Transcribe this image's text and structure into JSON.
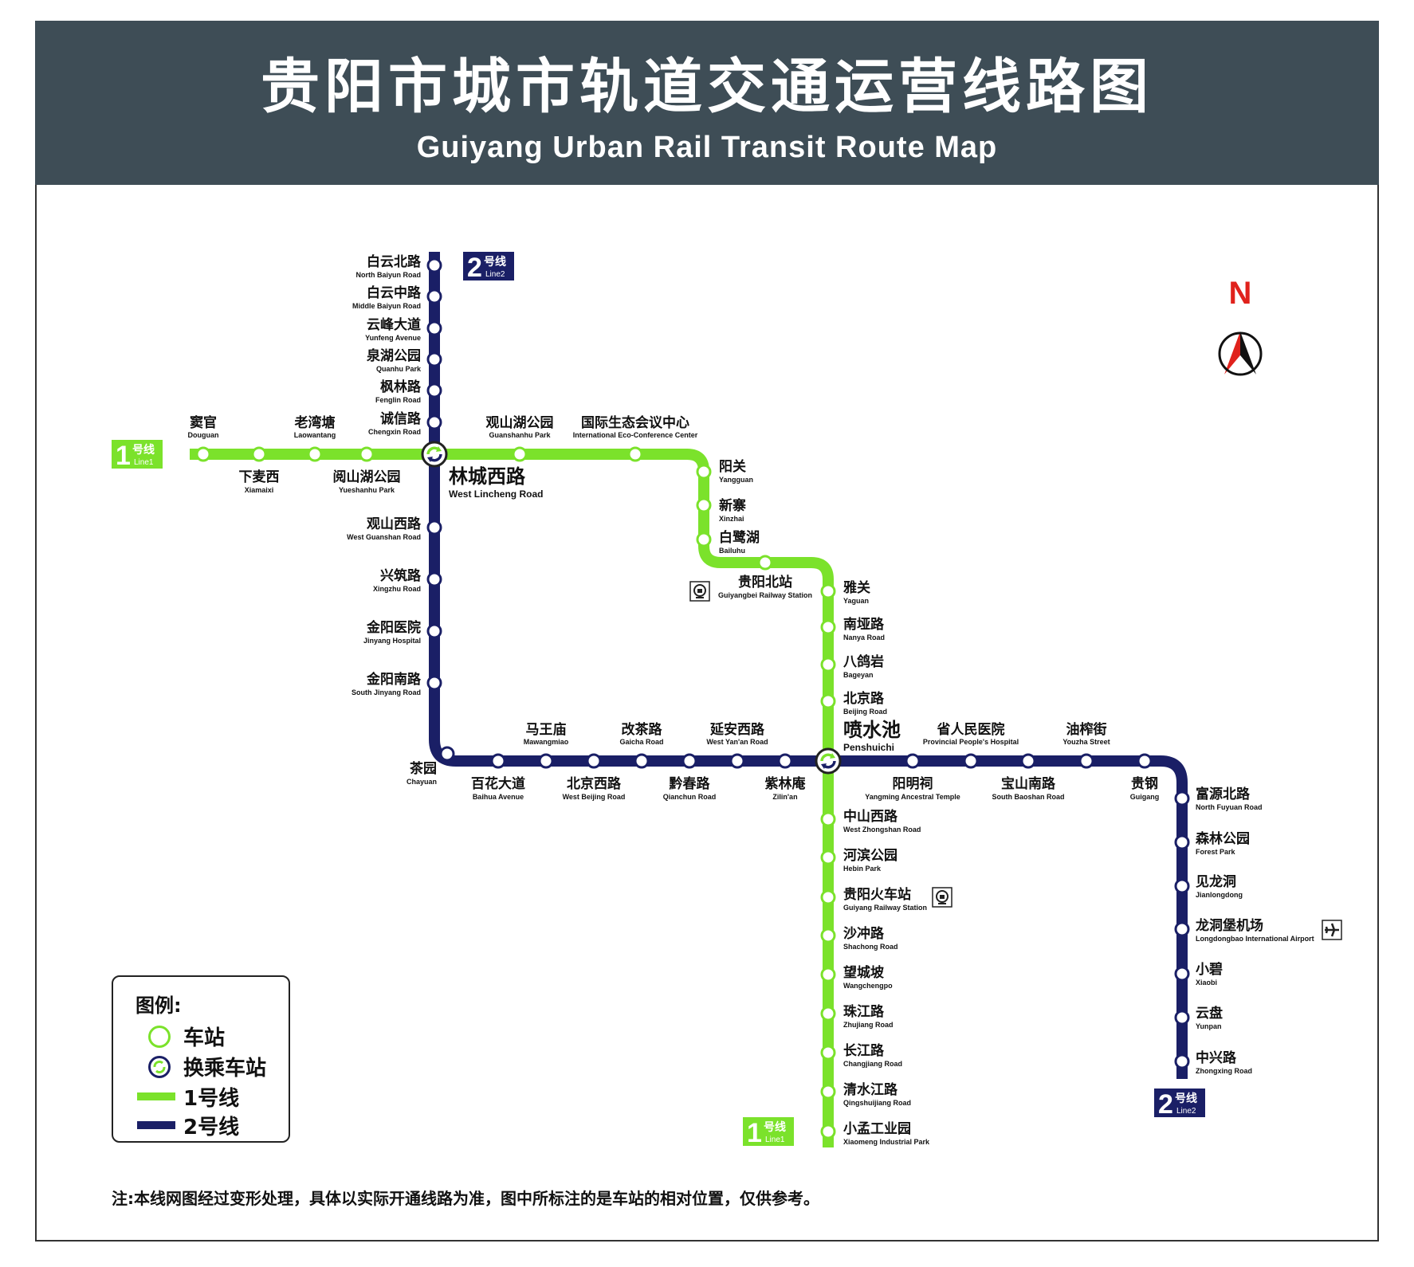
{
  "title": {
    "cn": "贵阳市城市轨道交通运营线路图",
    "en": "Guiyang Urban Rail Transit Route Map"
  },
  "compass": {
    "label": "N"
  },
  "colors": {
    "line1": "#7be22b",
    "line2": "#1a1f66",
    "header": "#3e4d56"
  },
  "badges": {
    "line1_num": "1",
    "line1_cn": "号线",
    "line1_en": "Line1",
    "line2_num": "2",
    "line2_cn": "号线",
    "line2_en": "Line2"
  },
  "legend": {
    "title": "图例:",
    "station": "车站",
    "transfer": "换乘车站",
    "line1": "1号线",
    "line2": "2号线"
  },
  "note": "注:本线网图经过变形处理，具体以实际开通线路为准，图中所标注的是车站的相对位置，仅供参考。",
  "stations": [
    {
      "cn": "窦官",
      "en": "Douguan"
    },
    {
      "cn": "下麦西",
      "en": "Xiamaixi"
    },
    {
      "cn": "老湾塘",
      "en": "Laowantang"
    },
    {
      "cn": "阅山湖公园",
      "en": "Yueshanhu Park"
    },
    {
      "cn": "林城西路",
      "en": "West Lincheng Road"
    },
    {
      "cn": "观山湖公园",
      "en": "Guanshanhu Park"
    },
    {
      "cn": "国际生态会议中心",
      "en": "International Eco-Conference Center"
    },
    {
      "cn": "阳关",
      "en": "Yangguan"
    },
    {
      "cn": "新寨",
      "en": "Xinzhai"
    },
    {
      "cn": "白鹭湖",
      "en": "Bailuhu"
    },
    {
      "cn": "贵阳北站",
      "en": "Guiyangbei Railway Station"
    },
    {
      "cn": "雅关",
      "en": "Yaguan"
    },
    {
      "cn": "南垭路",
      "en": "Nanya Road"
    },
    {
      "cn": "八鸽岩",
      "en": "Bageyan"
    },
    {
      "cn": "北京路",
      "en": "Beijing Road"
    },
    {
      "cn": "喷水池",
      "en": "Penshuichi"
    },
    {
      "cn": "中山西路",
      "en": "West Zhongshan Road"
    },
    {
      "cn": "河滨公园",
      "en": "Hebin Park"
    },
    {
      "cn": "贵阳火车站",
      "en": "Guiyang Railway Station"
    },
    {
      "cn": "沙冲路",
      "en": "Shachong Road"
    },
    {
      "cn": "望城坡",
      "en": "Wangchengpo"
    },
    {
      "cn": "珠江路",
      "en": "Zhujiang Road"
    },
    {
      "cn": "长江路",
      "en": "Changjiang Road"
    },
    {
      "cn": "清水江路",
      "en": "Qingshuijiang Road"
    },
    {
      "cn": "小孟工业园",
      "en": "Xiaomeng Industrial Park"
    },
    {
      "cn": "白云北路",
      "en": "North Baiyun Road"
    },
    {
      "cn": "白云中路",
      "en": "Middle Baiyun Road"
    },
    {
      "cn": "云峰大道",
      "en": "Yunfeng Avenue"
    },
    {
      "cn": "泉湖公园",
      "en": "Quanhu Park"
    },
    {
      "cn": "枫林路",
      "en": "Fenglin Road"
    },
    {
      "cn": "诚信路",
      "en": "Chengxin Road"
    },
    {
      "cn": "观山西路",
      "en": "West Guanshan Road"
    },
    {
      "cn": "兴筑路",
      "en": "Xingzhu Road"
    },
    {
      "cn": "金阳医院",
      "en": "Jinyang Hospital"
    },
    {
      "cn": "金阳南路",
      "en": "South Jinyang Road"
    },
    {
      "cn": "茶园",
      "en": "Chayuan"
    },
    {
      "cn": "百花大道",
      "en": "Baihua Avenue"
    },
    {
      "cn": "马王庙",
      "en": "Mawangmiao"
    },
    {
      "cn": "北京西路",
      "en": "West Beijing Road"
    },
    {
      "cn": "改茶路",
      "en": "Gaicha Road"
    },
    {
      "cn": "黔春路",
      "en": "Qianchun Road"
    },
    {
      "cn": "延安西路",
      "en": "West Yan'an Road"
    },
    {
      "cn": "紫林庵",
      "en": "Zilin'an"
    },
    {
      "cn": "阳明祠",
      "en": "Yangming Ancestral Temple"
    },
    {
      "cn": "省人民医院",
      "en": "Provincial People's Hospital"
    },
    {
      "cn": "宝山南路",
      "en": "South Baoshan Road"
    },
    {
      "cn": "油榨街",
      "en": "Youzha Street"
    },
    {
      "cn": "贵钢",
      "en": "Guigang"
    },
    {
      "cn": "富源北路",
      "en": "North Fuyuan Road"
    },
    {
      "cn": "森林公园",
      "en": "Forest Park"
    },
    {
      "cn": "见龙洞",
      "en": "Jianlongdong"
    },
    {
      "cn": "龙洞堡机场",
      "en": "Longdongbao International Airport"
    },
    {
      "cn": "小碧",
      "en": "Xiaobi"
    },
    {
      "cn": "云盘",
      "en": "Yunpan"
    },
    {
      "cn": "中兴路",
      "en": "Zhongxing Road"
    }
  ]
}
